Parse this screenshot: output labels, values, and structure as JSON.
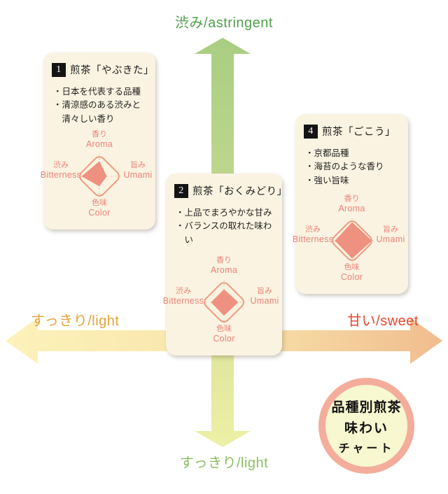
{
  "axis": {
    "top": "渋み/astringent",
    "bottom": "すっきり/light",
    "left": "すっきり/light",
    "right": "甘い/sweet"
  },
  "radar_labels": {
    "aroma_ja": "香り",
    "aroma_en": "Aroma",
    "umami_ja": "旨み",
    "umami_en": "Umami",
    "color_ja": "色味",
    "color_en": "Color",
    "bitterness_ja": "渋み",
    "bitterness_en": "Bitterness"
  },
  "cards": [
    {
      "number": "1",
      "title": "煎茶「やぶきた」",
      "bullets": [
        "・日本を代表する品種",
        "・清涼感のある渋みと清々しい香り"
      ],
      "radar": {
        "values": [
          0.72,
          0.35,
          0.48,
          0.85
        ]
      }
    },
    {
      "number": "2",
      "title": "煎茶「おくみどり」",
      "bullets": [
        "・上品でまろやかな甘み",
        "・バランスの取れた味わい"
      ],
      "radar": {
        "values": [
          0.62,
          0.68,
          0.64,
          0.62
        ]
      }
    },
    {
      "number": "4",
      "title": "煎茶「ごこう」",
      "bullets": [
        "・京都品種",
        "・海苔のような香り",
        "・強い旨味"
      ],
      "radar": {
        "values": [
          0.88,
          0.95,
          0.85,
          0.82
        ]
      }
    }
  ],
  "badge": {
    "line1": "品種別煎茶",
    "line2": "味わい",
    "line3": "チャート"
  },
  "colors": {
    "card_bg": "#faf3e1",
    "radar_outline": "#f0997f",
    "radar_fill": "#ef9180",
    "radar_label": "#ee8278",
    "dashed_guide": "#e5d2b4",
    "axis_top_label": "#50a04a",
    "axis_bottom_label": "#8abf62",
    "axis_left_label": "#e4a33a",
    "axis_right_label": "#e8462f",
    "vertical_arrow_top": "#a8ce81",
    "vertical_arrow_bottom": "#edf0a6",
    "horizontal_arrow_left": "#fcf2ba",
    "horizontal_arrow_right": "#f1bc8e",
    "badge_ring": "#f4ad9b",
    "badge_bg": "#f7f7d0"
  },
  "chart_data": [
    {
      "type": "scatter",
      "title": "品種別煎茶 味わいチャート",
      "x_axis": {
        "left_label": "すっきり/light",
        "right_label": "甘い/sweet",
        "range": [
          -1,
          1
        ]
      },
      "y_axis": {
        "bottom_label": "すっきり/light",
        "top_label": "渋み/astringent",
        "range": [
          -1,
          1
        ]
      },
      "points": [
        {
          "label": "煎茶「やぶきた」",
          "x": -0.6,
          "y": 0.7
        },
        {
          "label": "煎茶「おくみどり」",
          "x": 0.0,
          "y": 0.15
        },
        {
          "label": "煎茶「ごこう」",
          "x": 0.6,
          "y": 0.35
        }
      ]
    },
    {
      "type": "radar",
      "categories": [
        "香り/Aroma",
        "旨み/Umami",
        "色味/Color",
        "渋み/Bitterness"
      ],
      "range": [
        0,
        1
      ],
      "series": [
        {
          "name": "やぶきた",
          "values": [
            0.72,
            0.35,
            0.48,
            0.85
          ]
        },
        {
          "name": "おくみどり",
          "values": [
            0.62,
            0.68,
            0.64,
            0.62
          ]
        },
        {
          "name": "ごこう",
          "values": [
            0.88,
            0.95,
            0.85,
            0.82
          ]
        }
      ]
    }
  ]
}
